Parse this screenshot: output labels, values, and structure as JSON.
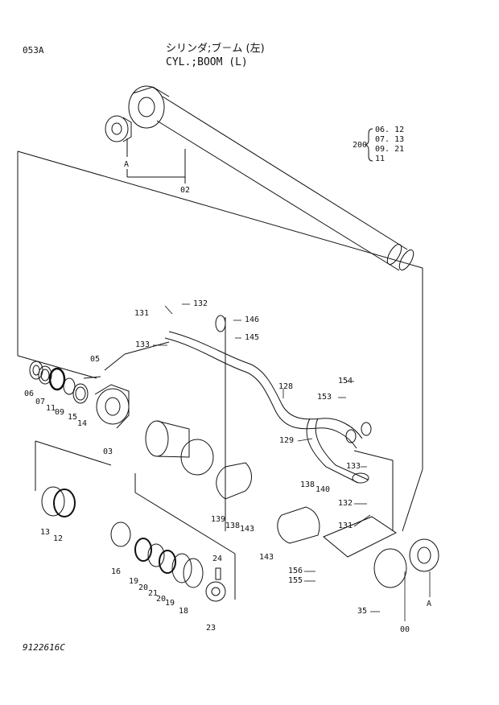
{
  "header": {
    "page_code": "053A",
    "title_jp": "シリンダ;ブ－ム (左)",
    "title_en": "CYL.;BOOM (L)"
  },
  "serial_note": {
    "prefix": "200",
    "codes": [
      "06. 12",
      "07. 13",
      "09. 21",
      "11"
    ]
  },
  "part_labels": [
    "02",
    "A",
    "05",
    "06",
    "07",
    "11",
    "09",
    "15",
    "14",
    "03",
    "131",
    "132",
    "133",
    "146",
    "145",
    "128",
    "154",
    "153",
    "129",
    "13",
    "12",
    "139",
    "138",
    "143",
    "133",
    "138",
    "140",
    "132",
    "131",
    "143",
    "16",
    "19",
    "20",
    "21",
    "20",
    "19",
    "18",
    "24",
    "23",
    "156",
    "155",
    "35",
    "00",
    "A"
  ],
  "footer": {
    "drawing_no": "9122616C"
  }
}
